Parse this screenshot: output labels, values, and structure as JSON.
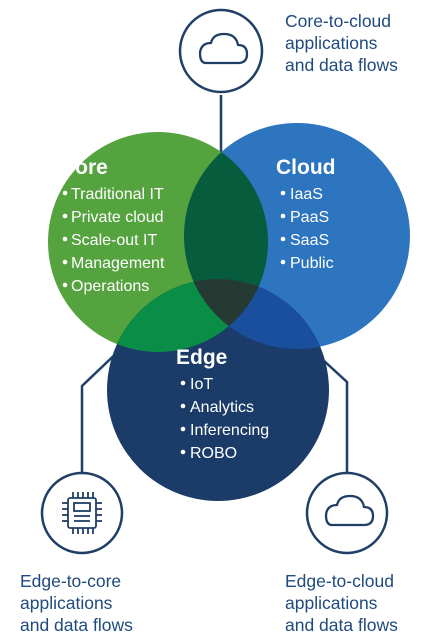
{
  "captions": {
    "core_to_cloud": [
      "Core-to-cloud",
      "applications",
      "and data flows"
    ],
    "edge_to_core": [
      "Edge-to-core",
      "applications",
      "and data flows"
    ],
    "edge_to_cloud": [
      "Edge-to-cloud",
      "applications",
      "and data flows"
    ]
  },
  "sets": {
    "core": {
      "title": "Core",
      "items": [
        "Traditional IT",
        "Private cloud",
        "Scale-out IT",
        "Management",
        "Operations"
      ]
    },
    "cloud": {
      "title": "Cloud",
      "items": [
        "IaaS",
        "PaaS",
        "SaaS",
        "Public"
      ]
    },
    "edge": {
      "title": "Edge",
      "items": [
        "IoT",
        "Analytics",
        "Inferencing",
        "ROBO"
      ]
    }
  },
  "icons": {
    "top": "cloud-icon",
    "bottom_left": "chip-icon",
    "bottom_right": "cloud-icon"
  },
  "colors": {
    "core": "#55a33f",
    "cloud": "#2e75bf",
    "edge": "#1b3b69",
    "core_cloud_overlap": "#075c3d",
    "core_edge_overlap": "#098d47",
    "cloud_edge_overlap": "#1a4f9e",
    "center_overlap": "#243a32",
    "line": "#1f3f66"
  }
}
